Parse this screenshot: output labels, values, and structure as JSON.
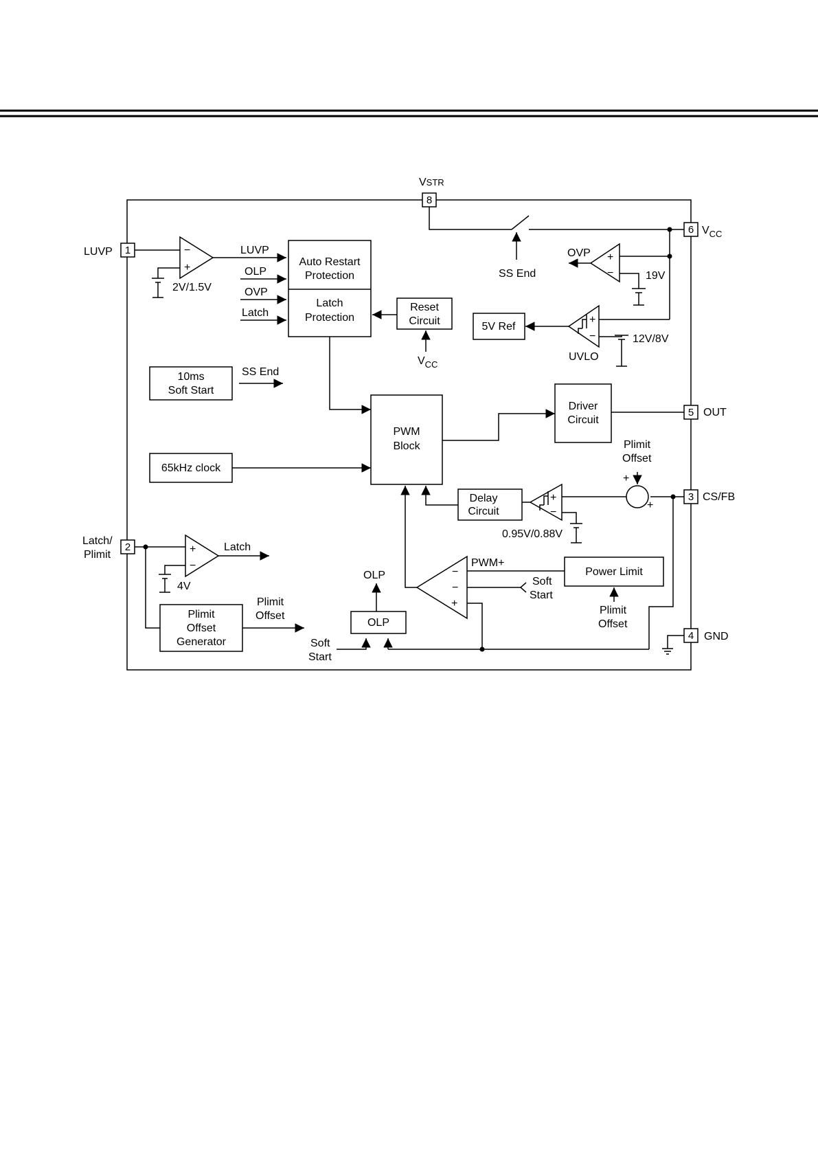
{
  "header": {
    "rule_color": "#000000"
  },
  "pins": {
    "p1": "1",
    "p2": "2",
    "p3": "3",
    "p4": "4",
    "p5": "5",
    "p6": "6",
    "p8": "8"
  },
  "pin_labels": {
    "luvp": "LUVP",
    "latch_plimit_1": "Latch/",
    "latch_plimit_2": "Plimit",
    "vstr_v": "V",
    "vstr_sub": "STR",
    "vcc_v": "V",
    "vcc_sub": "CC",
    "out": "OUT",
    "csfb": "CS/FB",
    "gnd": "GND"
  },
  "blocks": {
    "auto_restart_1": "Auto Restart",
    "auto_restart_2": "Protection",
    "latch_prot_1": "Latch",
    "latch_prot_2": "Protection",
    "reset_1": "Reset",
    "reset_2": "Circuit",
    "ref5v": "5V Ref",
    "soft_start_1": "10ms",
    "soft_start_2": "Soft Start",
    "clock": "65kHz clock",
    "pwm_1": "PWM",
    "pwm_2": "Block",
    "driver_1": "Driver",
    "driver_2": "Circuit",
    "delay_1": "Delay",
    "delay_2": "Circuit",
    "power_limit": "Power Limit",
    "olp": "OLP",
    "plimit_gen_1": "Plimit",
    "plimit_gen_2": "Offset",
    "plimit_gen_3": "Generator"
  },
  "signals": {
    "luvp": "LUVP",
    "olp": "OLP",
    "ovp": "OVP",
    "latch": "Latch",
    "ss_end": "SS End",
    "ss_end_out": "SS End",
    "ovp_out": "OVP",
    "v19": "19V",
    "v12_8": "12V/8V",
    "uvlo": "UVLO",
    "vcc_reset_v": "V",
    "vcc_reset_sub": "CC",
    "v2_15": "2V/1.5V",
    "latch_out": "Latch",
    "v4": "4V",
    "plimit_offset_top_1": "Plimit",
    "plimit_offset_top_2": "Offset",
    "v095": "0.95V/0.88V",
    "pwm_plus": "PWM+",
    "soft_start_cmp_1": "Soft",
    "soft_start_cmp_2": "Start",
    "plimit_offset_bot_1": "Plimit",
    "plimit_offset_bot_2": "Offset",
    "olp_out": "OLP",
    "soft_start_olp_1": "Soft",
    "soft_start_olp_2": "Start",
    "plimit_offset_gen_1": "Plimit",
    "plimit_offset_gen_2": "Offset",
    "plus": "+",
    "minus": "−"
  }
}
